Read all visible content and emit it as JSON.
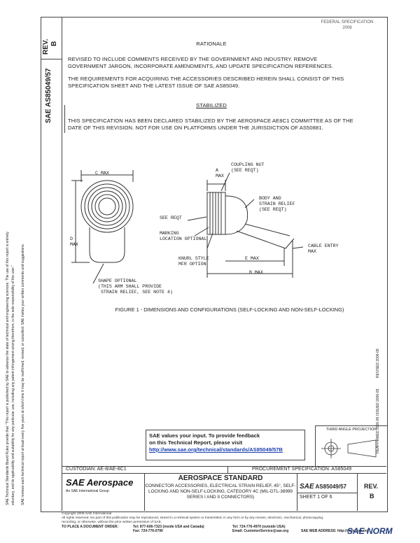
{
  "header": {
    "rev_label": "REV.",
    "rev_value": "B",
    "doc_number": "SAE AS85049/57",
    "stamp": "FEDERAL SPECIFICATION\n2006"
  },
  "rationale": {
    "title": "RATIONALE",
    "para1": "REVISED TO INCLUDE COMMENTS RECEIVED BY THE GOVERNMENT AND INDUSTRY.  REMOVE GOVERNMENT JARGON, INCORPORATE AMENDMENTS, AND UPDATE SPECIFICATION REFERENCES.",
    "para2": "THE REQUIREMENTS FOR ACQUIRING THE ACCESSORIES DESCRIBED HEREIN SHALL CONSIST OF THIS SPECIFICATION SHEET AND THE LATEST ISSUE OF SAE AS85049."
  },
  "stabilized": {
    "title": "STABILIZED",
    "para": "THIS SPECIFICATION HAS BEEN DECLARED STABILIZED BY THE AEROSPACE AE8C1 COMMITTEE AS OF THE DATE OF THIS REVISION. NOT FOR USE ON PLATFORMS UNDER THE JURISDICTION OF AS50881."
  },
  "figure": {
    "labels": {
      "c_max": "C MAX",
      "a_max": "A\nMAX",
      "coupling_nut": "COUPLING NUT\n(SEE REQT)",
      "body_strain": "BODY AND\nSTRAIN RELIEF\n(SEE REQT)",
      "see_reqt": "SEE REQT",
      "marking": "MARKING\nLOCATION OPTIONAL",
      "d_max": "D\nMAX",
      "knurl": "KNURL STYLE\nMFR OPTION",
      "e_max": "E MAX",
      "cable_entry": "CABLE ENTRY\nMAX",
      "b_max": "B MAX",
      "shape": "SHAPE OPTIONAL\n(THIS ARM SHALL PROVIDE\n STRAIN RELIEF, SEE NOTE 4)"
    },
    "caption": "FIGURE 1 - DIMENSIONS AND CONFIGURATIONS (SELF-LOCKING AND NON-SELF-LOCKING)"
  },
  "side_text": {
    "left1": "SAE Technical Standards Board Rules provide that: \"This report is published by SAE to advance the state of technical and engineering sciences. The use of this report is entirely",
    "left2": "voluntary, and its applicability and suitability for any particular use, including any patent infringement arising therefrom, is the sole responsibility of the user.\"",
    "left3": "SAE reviews each technical report at least every five years at which time it may be reaffirmed, revised, or cancelled. SAE invites your written comments and suggestions.",
    "right1": "REAFFIRMED 2006-05",
    "right2": "ISSUED 2000-05",
    "right3": "REVISED 2006-09"
  },
  "feedback": {
    "line1": "SAE values your input. To provide feedback",
    "line2": "on this Technical Report, please visit",
    "link": "http://www.sae.org/technical/standards/AS85049/57B"
  },
  "projection": "THIRD ANGLE PROJECTION",
  "footer": {
    "custodian": "CUSTODIAN: AE-8/AE-8C1",
    "procurement": "PROCUREMENT SPECIFICATION: AS85049",
    "logo_main": "SAE Aerospace",
    "logo_sub": "An SAE International Group",
    "std_title": "AEROSPACE STANDARD",
    "std_sub": "CONNECTOR ACCESSORIES, ELECTRICAL STRAIN RELIEF, 45°, SELF-LOCKING AND NON-SELF-LOCKING, CATEGORY 4C (MIL-DTL-38999 SERIES I AND II CONNECTORS)",
    "sae_doc": "AS85049/57",
    "sheet": "SHEET 1 OF 6",
    "rev_label": "REV.",
    "rev_value": "B",
    "copyright1": "Copyright 2006 SAE International",
    "copyright2": "All rights reserved. No part of this publication may be reproduced, stored in a retrieval system or transmitted, in any form or by any means, electronic, mechanical, photocopying,",
    "copyright3": "recording, or otherwise, without the prior written permission of SAE.",
    "order_label": "TO PLACE A DOCUMENT ORDER:",
    "tel1": "Tel: 877-606-7323 (inside USA and Canada)",
    "tel2": "Tel: 724-776-4970 (outside USA)",
    "fax": "Fax: 724-776-0790",
    "email": "Email: CustomerService@sae.org",
    "web": "SAE WEB ADDRESS: http://www.sae.org",
    "watermark": "SAE NORM"
  }
}
